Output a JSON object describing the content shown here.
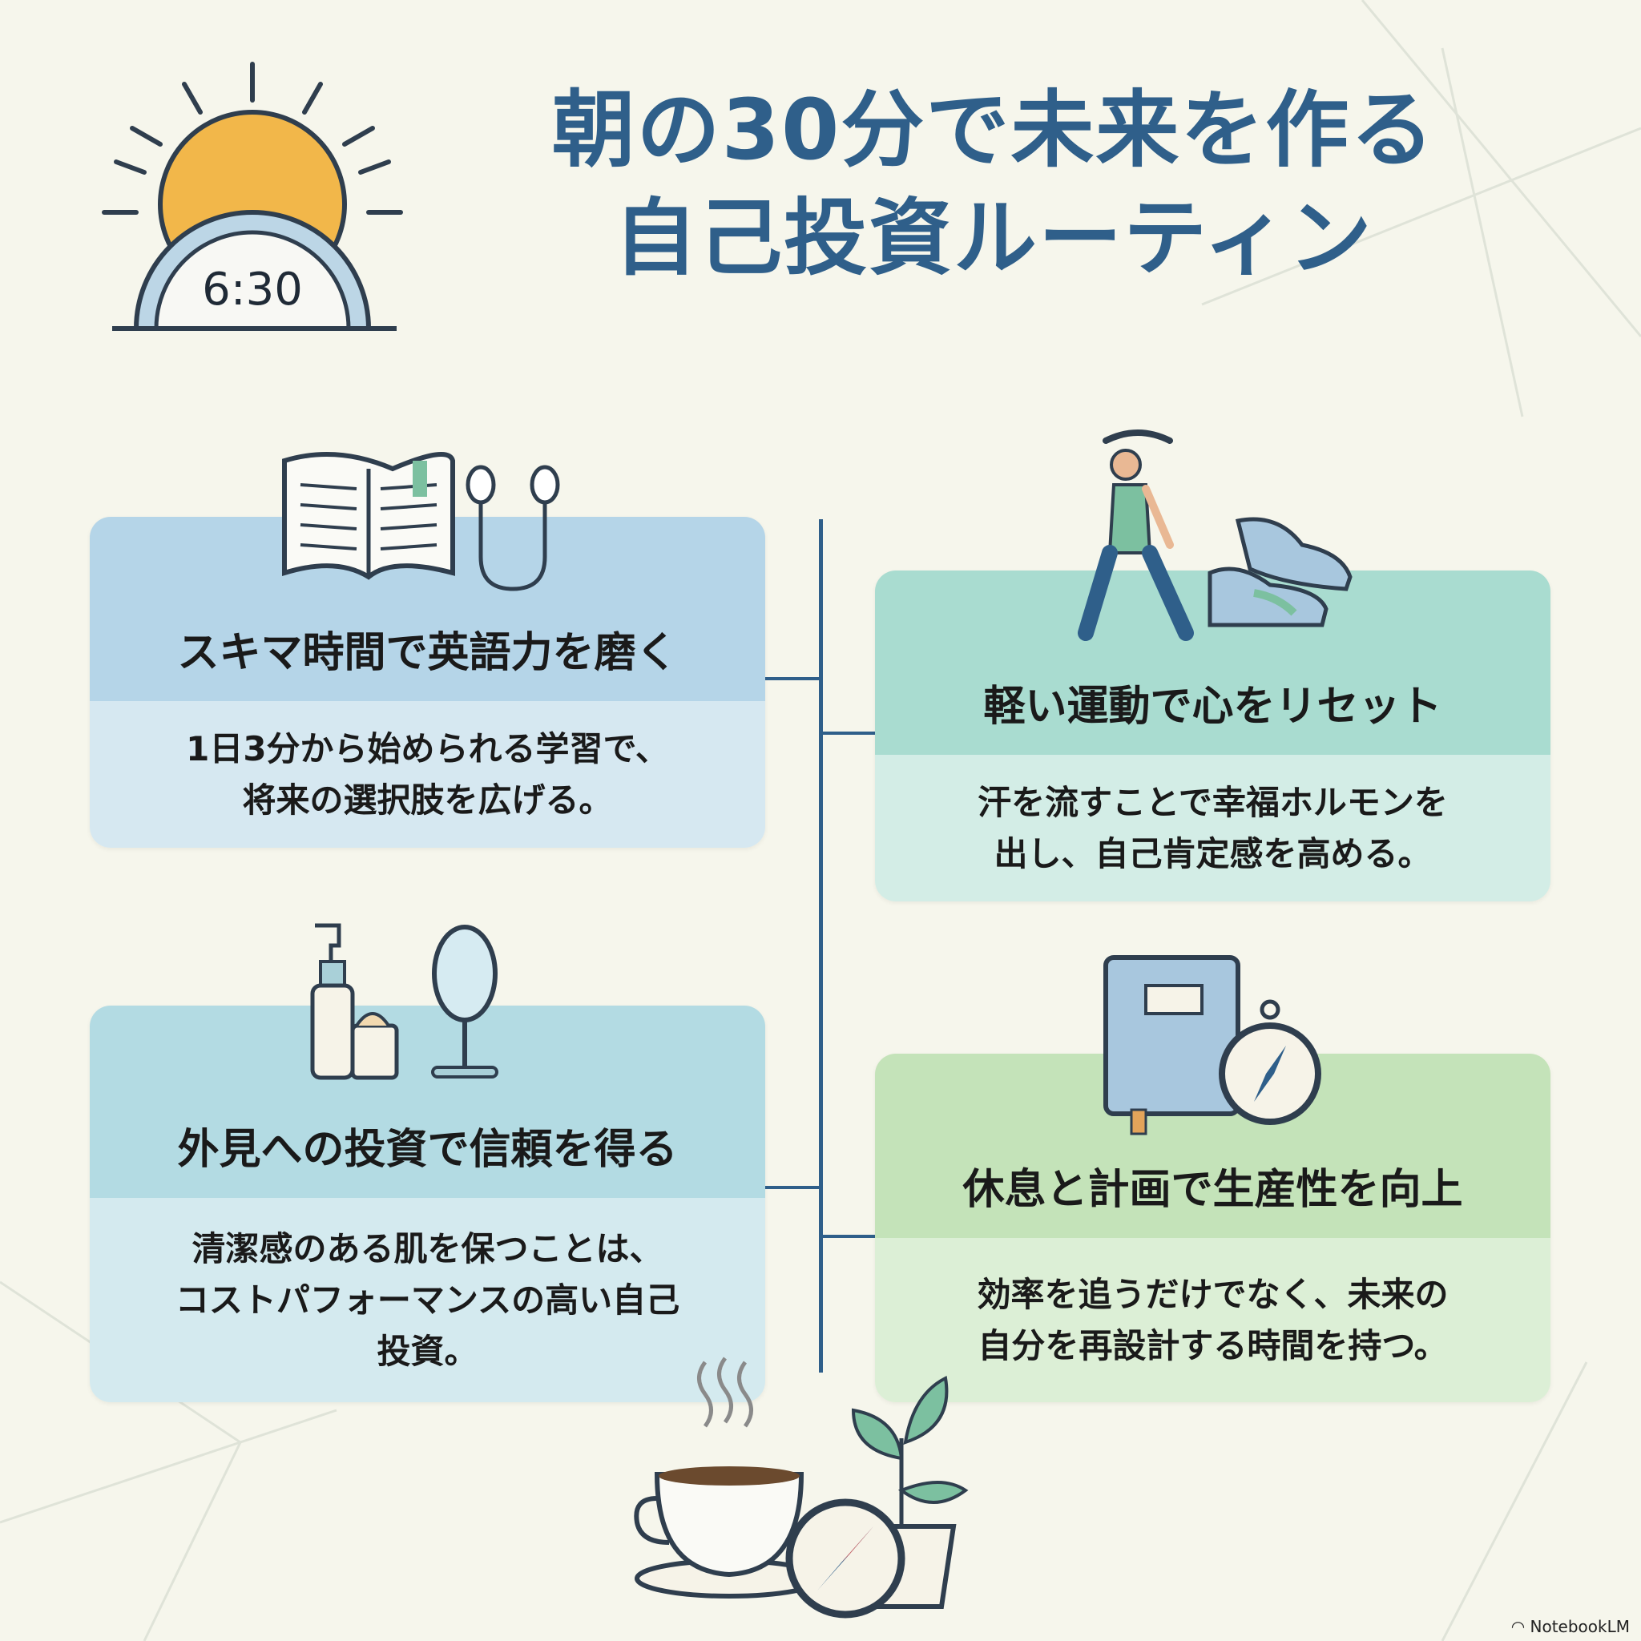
{
  "title": {
    "line1": "朝の30分で未来を作る",
    "line2": "自己投資ルーティン"
  },
  "clock": {
    "time": "6:30"
  },
  "cards": [
    {
      "heading": "スキマ時間で英語力を磨く",
      "body_lines": [
        "1日3分から始められる学習で、",
        "将来の選択肢を広げる。"
      ],
      "header_color": "#b5d5e8",
      "body_color": "#d6e8f1"
    },
    {
      "heading": "軽い運動で心をリセット",
      "body_lines": [
        "汗を流すことで幸福ホルモンを",
        "出し、自己肯定感を高める。"
      ],
      "header_color": "#a9dcd0",
      "body_color": "#d3ede6"
    },
    {
      "heading": "外見への投資で信頼を得る",
      "body_lines": [
        "清潔感のある肌を保つことは、",
        "コストパフォーマンスの高い自己",
        "投資。"
      ],
      "header_color": "#b3dbe3",
      "body_color": "#d4eaef"
    },
    {
      "heading": "休息と計画で生産性を向上",
      "body_lines": [
        "効率を追うだけでなく、未来の",
        "自分を再設計する時間を持つ。"
      ],
      "header_color": "#c4e3b9",
      "body_color": "#dcefd6"
    }
  ],
  "icons": [
    "sun-clock-icon",
    "book-earphones-icon",
    "stretching-person-icon",
    "sneakers-icon",
    "skincare-mirror-icon",
    "notebook-compass-icon",
    "coffee-compass-plant-icon"
  ],
  "brand": "NotebookLM",
  "colors": {
    "accent": "#2f5f8a",
    "background": "#f6f6ec",
    "sun": "#f2b74a"
  }
}
